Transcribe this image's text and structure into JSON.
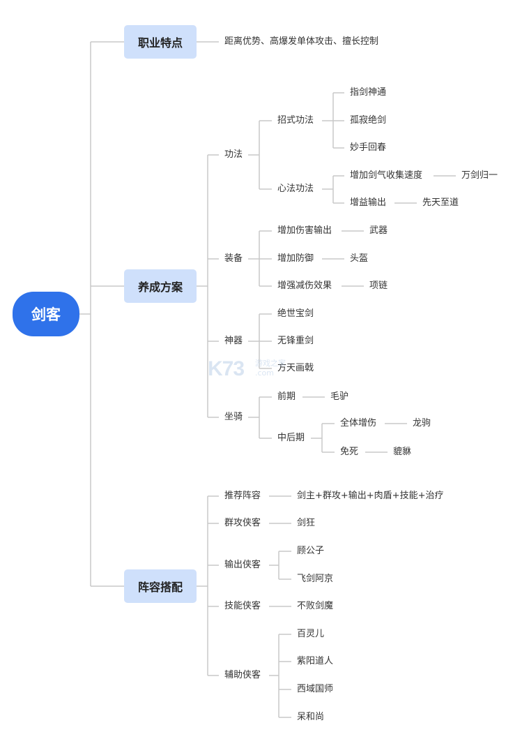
{
  "root": {
    "label": "剑客",
    "color": "#2f72ea"
  },
  "categories": [
    {
      "label": "职业特点",
      "color": "#cfe0fb"
    },
    {
      "label": "养成方案",
      "color": "#cfe0fb"
    },
    {
      "label": "阵容搭配",
      "color": "#cfe0fb"
    }
  ],
  "features": {
    "text": "距离优势、高爆发单体攻击、擅长控制"
  },
  "cultivation": {
    "gongfa": {
      "label": "功法",
      "zhaoshi": {
        "label": "招式功法",
        "items": [
          "指剑神通",
          "孤寂绝剑",
          "妙手回春"
        ]
      },
      "xinfa": {
        "label": "心法功法",
        "a": {
          "label": "增加剑气收集速度",
          "value": "万剑归一"
        },
        "b": {
          "label": "增益输出",
          "value": "先天至道"
        }
      }
    },
    "equipment": {
      "label": "装备",
      "items": [
        {
          "label": "增加伤害输出",
          "value": "武器"
        },
        {
          "label": "增加防御",
          "value": "头盔"
        },
        {
          "label": "增强减伤效果",
          "value": "项链"
        }
      ]
    },
    "artifact": {
      "label": "神器",
      "items": [
        "绝世宝剑",
        "无锋重剑",
        "方天画戟"
      ]
    },
    "mount": {
      "label": "坐骑",
      "early": {
        "label": "前期",
        "value": "毛驴"
      },
      "late": {
        "label": "中后期",
        "a": {
          "label": "全体增伤",
          "value": "龙驹"
        },
        "b": {
          "label": "免死",
          "value": "貔貅"
        }
      }
    }
  },
  "lineup": {
    "recommend": {
      "label": "推荐阵容",
      "value": "剑主+群攻+输出+肉盾+技能+治疗"
    },
    "aoe": {
      "label": "群攻侠客",
      "value": "剑狂"
    },
    "output": {
      "label": "输出侠客",
      "items": [
        "顾公子",
        "飞剑阿京"
      ]
    },
    "skill": {
      "label": "技能侠客",
      "value": "不败剑魔"
    },
    "support": {
      "label": "辅助侠客",
      "items": [
        "百灵儿",
        "紫阳道人",
        "西域国师",
        "呆和尚"
      ]
    }
  },
  "watermark": {
    "brand": "K73",
    "sub": "游戏之家",
    "domain": ".com"
  },
  "colors": {
    "connector": "#c8c8c8",
    "text": "#333333"
  }
}
